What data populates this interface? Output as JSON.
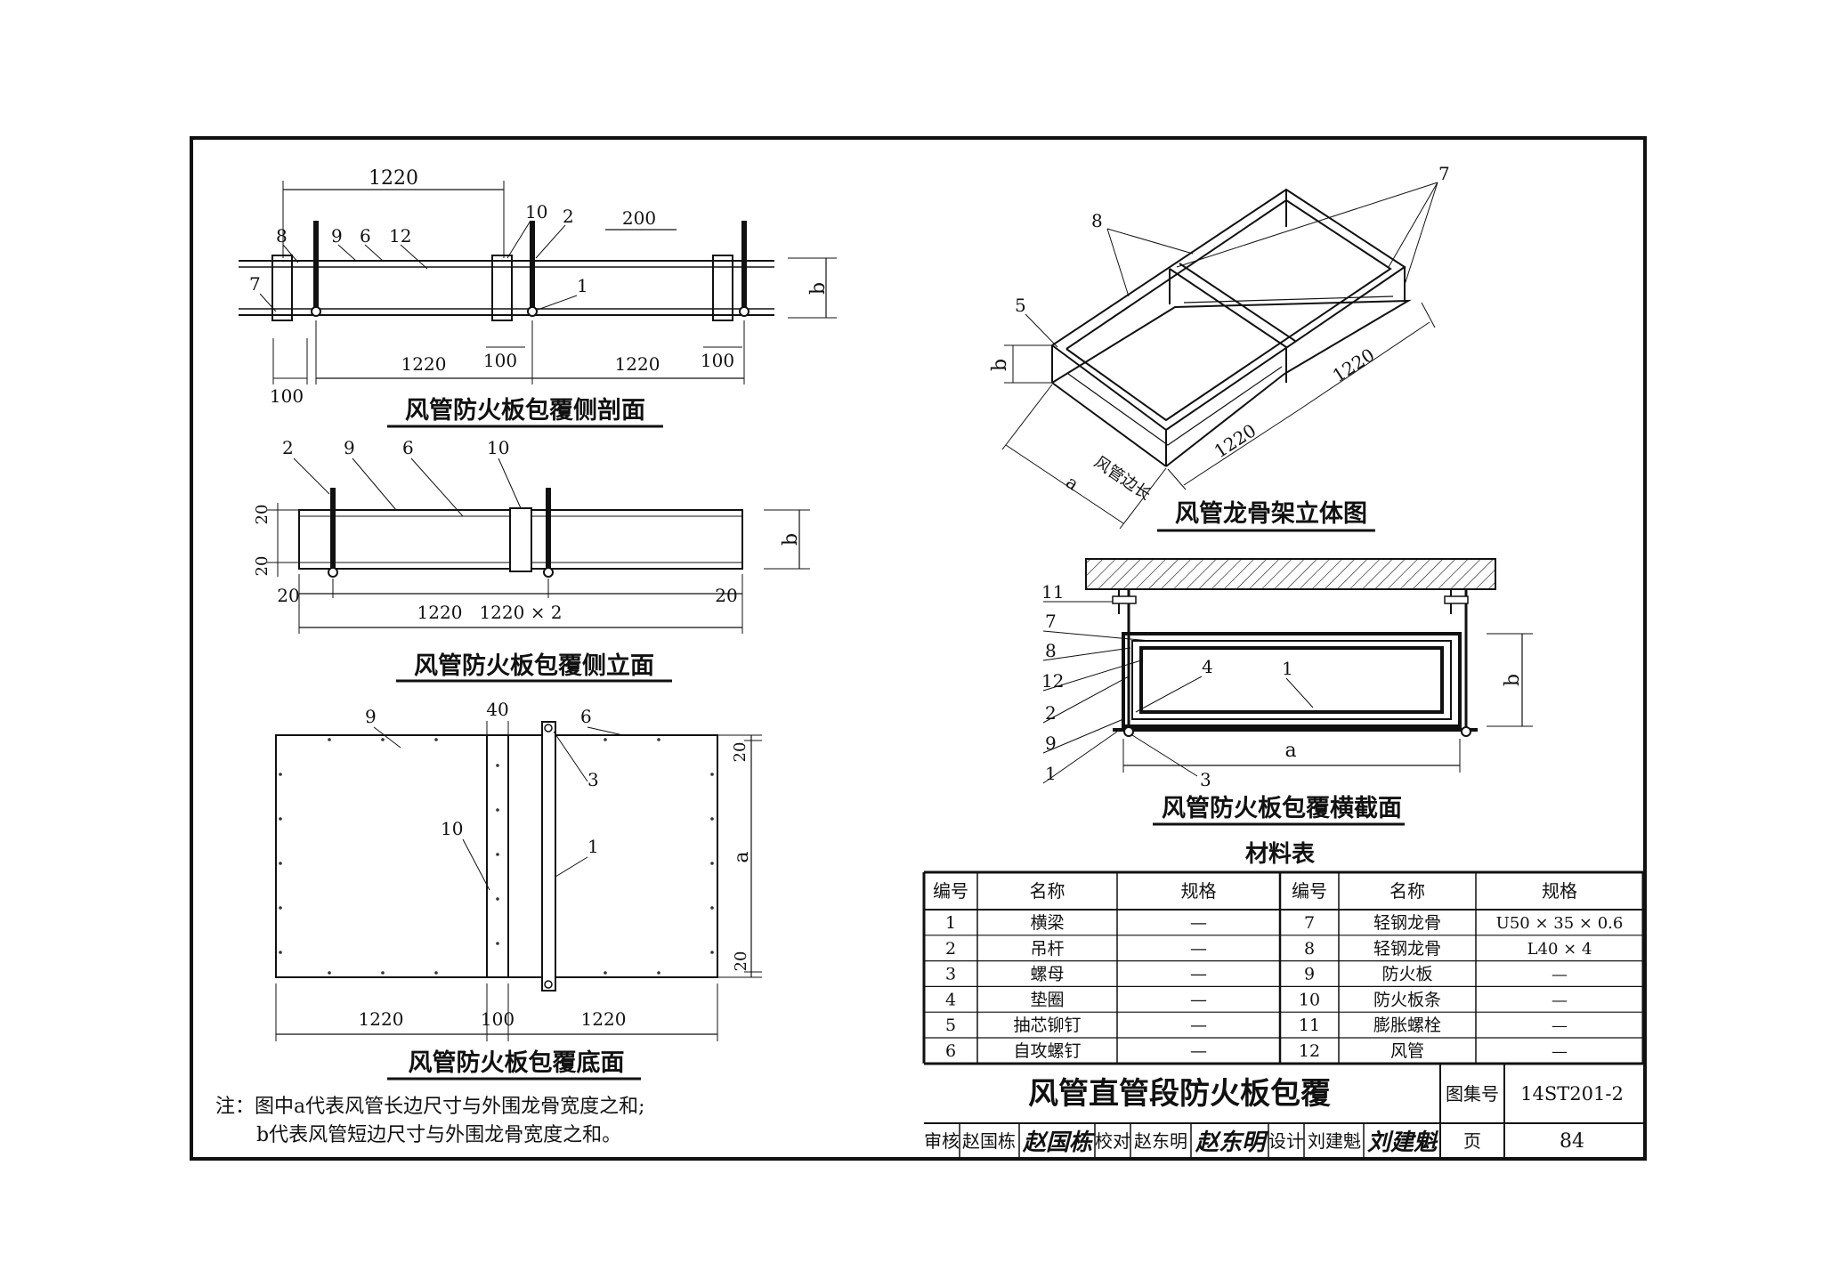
{
  "views": {
    "section": {
      "title": "风管防火板包覆侧剖面",
      "dims": {
        "top": "1220",
        "spacing": "200",
        "b": "b",
        "bot1": "1220",
        "bot2": "1220",
        "bot_a": "100",
        "bot_b": "100",
        "bot_c": "100"
      },
      "callouts": {
        "c8": "8",
        "c9": "9",
        "c6": "6",
        "c12": "12",
        "c10": "10",
        "c2": "2",
        "c7": "7",
        "c1": "1"
      }
    },
    "elevation": {
      "title": "风管防火板包覆侧立面",
      "dims": {
        "d20a": "20",
        "d20b": "20",
        "b": "b",
        "l20": "20",
        "r20": "20",
        "d1220": "1220",
        "d1220x2": "1220 × 2"
      },
      "callouts": {
        "c2": "2",
        "c9": "9",
        "c6": "6",
        "c10": "10"
      }
    },
    "bottom": {
      "title": "风管防火板包覆底面",
      "dims": {
        "d40": "40",
        "t20": "20",
        "a": "a",
        "b20": "20",
        "l1220": "1220",
        "m100": "100",
        "r1220": "1220"
      },
      "callouts": {
        "c9": "9",
        "c6": "6",
        "c3": "3",
        "c10": "10",
        "c1": "1"
      }
    },
    "iso": {
      "title": "风管龙骨架立体图",
      "labels": {
        "c8": "8",
        "c7": "7",
        "c5": "5",
        "b": "b",
        "edge_a": "风管边长",
        "a": "a",
        "d1": "1220",
        "d2": "1220"
      }
    },
    "cross": {
      "title": "风管防火板包覆横截面",
      "labels": {
        "c11": "11",
        "c7": "7",
        "c8": "8",
        "c12": "12",
        "c2": "2",
        "c9": "9",
        "c1l": "1",
        "c4": "4",
        "c1": "1",
        "c3": "3",
        "a": "a",
        "b": "b"
      }
    }
  },
  "notes": {
    "line1": "注：图中a代表风管长边尺寸与外围龙骨宽度之和;",
    "line2": "b代表风管短边尺寸与外围龙骨宽度之和。"
  },
  "materials": {
    "title": "材料表",
    "headers": [
      "编号",
      "名称",
      "规格",
      "编号",
      "名称",
      "规格"
    ],
    "rows": [
      [
        "1",
        "横梁",
        "—",
        "7",
        "轻钢龙骨",
        "U50 × 35 × 0.6"
      ],
      [
        "2",
        "吊杆",
        "—",
        "8",
        "轻钢龙骨",
        "L40 × 4"
      ],
      [
        "3",
        "螺母",
        "—",
        "9",
        "防火板",
        "—"
      ],
      [
        "4",
        "垫圈",
        "—",
        "10",
        "防火板条",
        "—"
      ],
      [
        "5",
        "抽芯铆钉",
        "—",
        "11",
        "膨胀螺栓",
        "—"
      ],
      [
        "6",
        "自攻螺钉",
        "—",
        "12",
        "风管",
        "—"
      ]
    ]
  },
  "title_block": {
    "drawing_title": "风管直管段防火板包覆",
    "atlas_label": "图集号",
    "atlas_no": "14ST201-2",
    "review_label": "审核",
    "reviewer": "赵国栋",
    "reviewer_sig": "赵国栋",
    "check_label": "校对",
    "checker": "赵东明",
    "checker_sig": "赵东明",
    "design_label": "设计",
    "designer": "刘建魁",
    "designer_sig": "刘建魁",
    "page_label": "页",
    "page_no": "84"
  }
}
